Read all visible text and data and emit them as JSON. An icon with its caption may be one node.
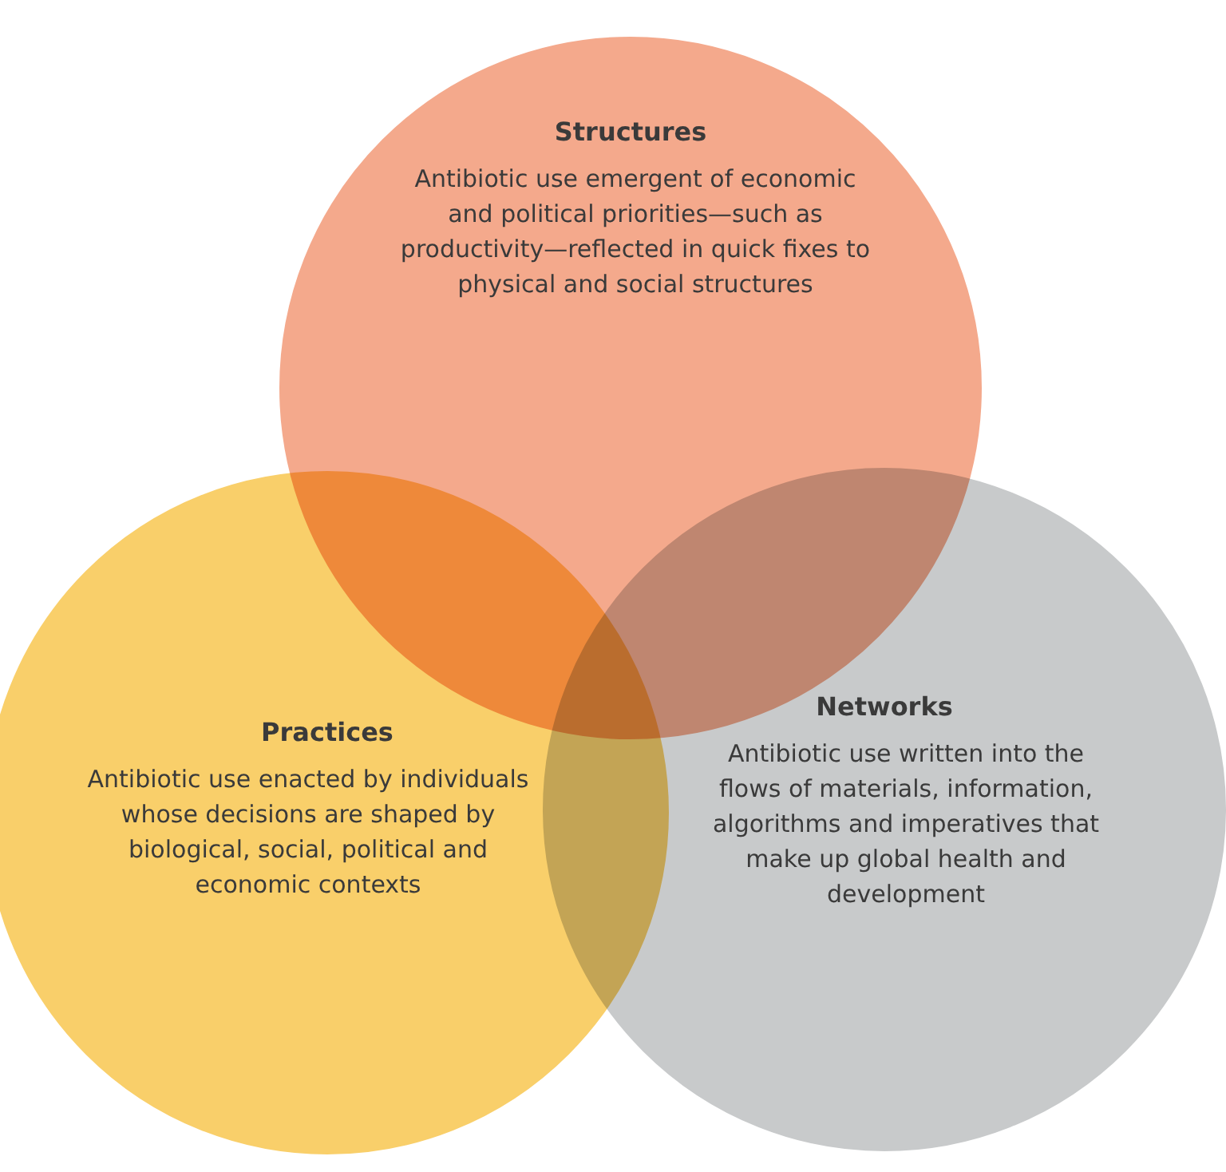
{
  "diagram": {
    "nodes": [
      {
        "text": [
          "Structures",
          "Antibiotic use emergent of economic and political priorities—such as productivity—reflected in quick fixes to physical and social structures"
        ]
      },
      {
        "text": [
          "Practices",
          "Antibiotic use enacted by individuals whose decisions are shaped by biological, social, political and economic contexts"
        ]
      },
      {
        "text": [
          "Networks",
          "Antibiotic use written into the flows of materials, information, algorithms and imperatives that make up global health and development"
        ]
      }
    ],
    "edges": []
  }
}
